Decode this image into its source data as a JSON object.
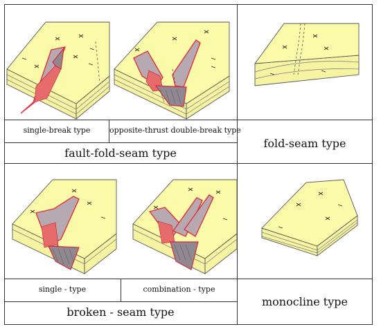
{
  "panels": {
    "fault_fold": {
      "sub_left": "single-break type",
      "sub_right": "opposite-thrust double-break type",
      "title": "fault-fold-seam type"
    },
    "fold": {
      "title": "fold-seam type"
    },
    "broken": {
      "sub_left": "single - type",
      "sub_right": "combination - type",
      "title": "broken - seam type"
    },
    "monocline": {
      "title": "monocline type"
    }
  },
  "colors": {
    "coal_block": "#fafaa8",
    "fault_plane": "#b7a9b2",
    "fault_edge": "#e0303c",
    "breccia": "#e86b6b"
  }
}
